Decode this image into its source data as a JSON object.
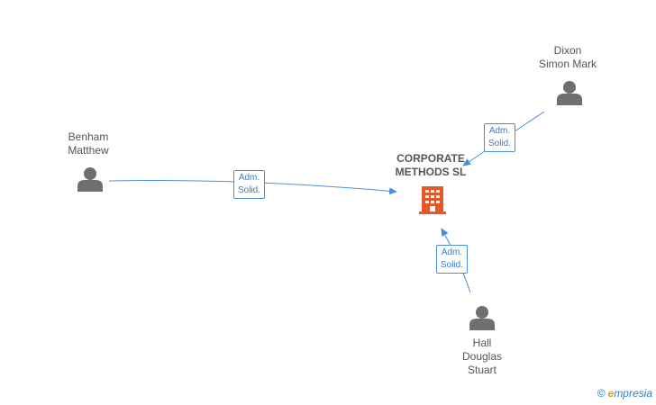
{
  "company": {
    "name_line1": "CORPORATE",
    "name_line2": "METHODS SL",
    "icon": "building-icon",
    "color": "#e8572a"
  },
  "persons": [
    {
      "id": "benham",
      "line1": "Benham",
      "line2": "Matthew",
      "icon": "person-icon"
    },
    {
      "id": "dixon",
      "line1": "Dixon",
      "line2": "Simon Mark",
      "icon": "person-icon"
    },
    {
      "id": "hall",
      "line1": "Hall",
      "line2": "Douglas",
      "line3": "Stuart",
      "icon": "person-icon"
    }
  ],
  "edges": [
    {
      "from": "benham",
      "line1": "Adm.",
      "line2": "Solid."
    },
    {
      "from": "dixon",
      "line1": "Adm.",
      "line2": "Solid."
    },
    {
      "from": "hall",
      "line1": "Adm.",
      "line2": "Solid."
    }
  ],
  "colors": {
    "edge": "#4a8fd6",
    "person": "#6f6f6f"
  },
  "watermark": {
    "symbol": "©",
    "brand_first": "e",
    "brand_rest": "mpresia"
  }
}
